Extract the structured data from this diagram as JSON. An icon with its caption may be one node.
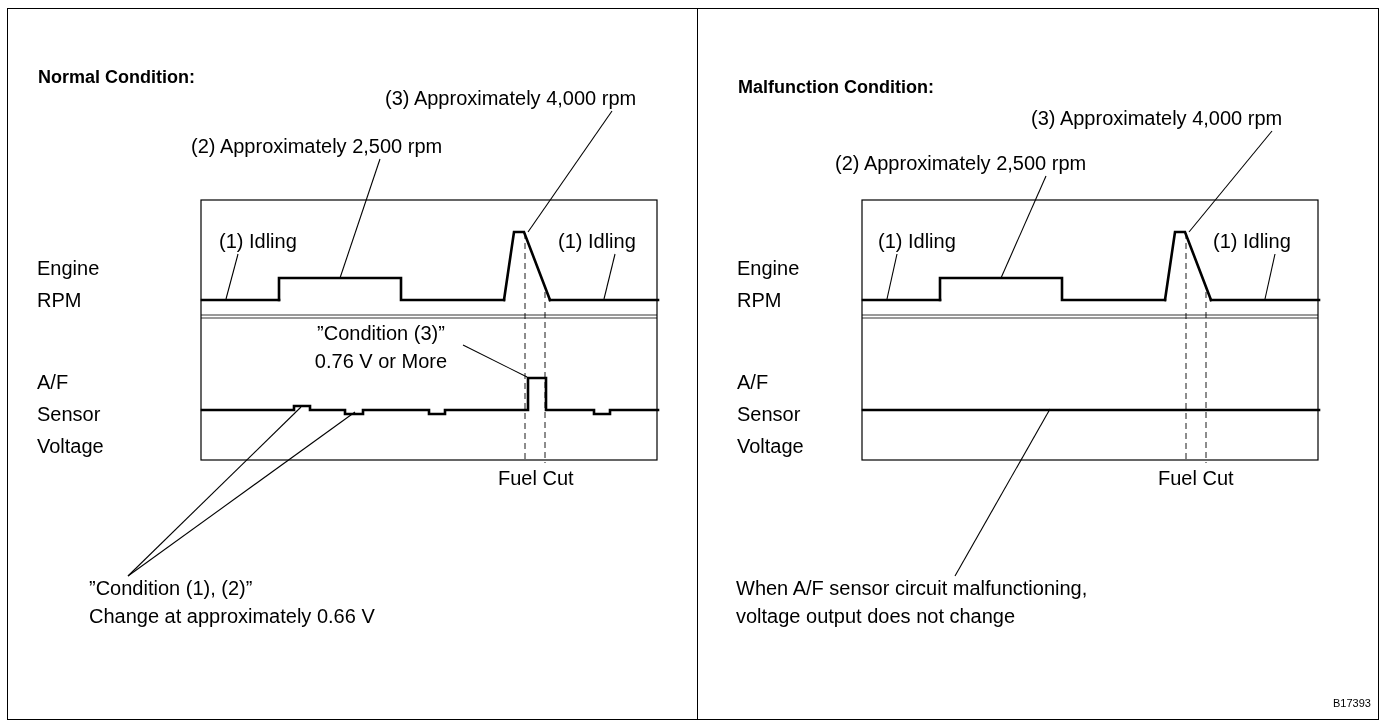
{
  "diagram": {
    "nodes": [
      {
        "text": [
          "Normal Condition:"
        ]
      },
      {
        "text": [
          "(3) Approximately 4,000 rpm"
        ],
        "in": 0
      },
      {
        "text": [
          "(2) Approximately 2,500 rpm"
        ],
        "in": 0
      },
      {
        "text": [
          "(1) Idling"
        ],
        "in": 0
      },
      {
        "text": [
          "(1) Idling"
        ],
        "in": 0
      },
      {
        "text": [
          "”Condition (3)”",
          "0.76 V or More"
        ],
        "in": 0
      },
      {
        "text": [
          "”Condition (1), (2)”",
          "Change at approximately 0.66 V"
        ],
        "in": 0
      },
      {
        "text": [
          "Malfunction  Condition:"
        ]
      },
      {
        "text": [
          "(3) Approximately 4,000 rpm"
        ],
        "in": 7
      },
      {
        "text": [
          "(2) Approximately 2,500 rpm"
        ],
        "in": 7
      },
      {
        "text": [
          "(1) Idling"
        ],
        "in": 7
      },
      {
        "text": [
          "(1) Idling"
        ],
        "in": 7
      },
      {
        "text": [
          "When A/F sensor circuit malfunctioning, voltage output does not change"
        ],
        "in": 7
      },
      {
        "text": [],
        "shape": "line",
        "in": 0
      },
      {
        "text": [],
        "shape": "line",
        "in": 0
      },
      {
        "text": [],
        "shape": "line",
        "in": 0
      },
      {
        "text": [],
        "shape": "line",
        "in": 0
      },
      {
        "text": [],
        "shape": "line",
        "in": 0
      },
      {
        "text": [],
        "shape": "line",
        "in": 7
      },
      {
        "text": [],
        "shape": "line",
        "in": 7
      },
      {
        "text": [],
        "shape": "line",
        "in": 7
      },
      {
        "text": [],
        "shape": "line",
        "in": 7
      },
      {
        "text": [],
        "shape": "line",
        "in": 7
      }
    ],
    "edges": [
      {
        "from": 1,
        "to": 15,
        "arrow": "none"
      },
      {
        "from": 2,
        "to": 14,
        "arrow": "none"
      },
      {
        "from": 3,
        "to": 13,
        "arrow": "none"
      },
      {
        "from": 4,
        "to": 16,
        "arrow": "none"
      },
      {
        "from": 5,
        "to": 17,
        "arrow": "none"
      },
      {
        "from": 6,
        "to": 17,
        "arrow": "none"
      },
      {
        "from": 6,
        "to": 17,
        "arrow": "none"
      },
      {
        "from": 8,
        "to": 20,
        "arrow": "none"
      },
      {
        "from": 9,
        "to": 19,
        "arrow": "none"
      },
      {
        "from": 10,
        "to": 18,
        "arrow": "none"
      },
      {
        "from": 11,
        "to": 21,
        "arrow": "none"
      },
      {
        "from": 12,
        "to": 22,
        "arrow": "none"
      }
    ],
    "labels": [
      "Engine RPM",
      "A/F Sensor Voltage",
      "Fuel Cut",
      "Engine RPM",
      "A/F Sensor Voltage",
      "Fuel Cut",
      "B17393"
    ]
  }
}
